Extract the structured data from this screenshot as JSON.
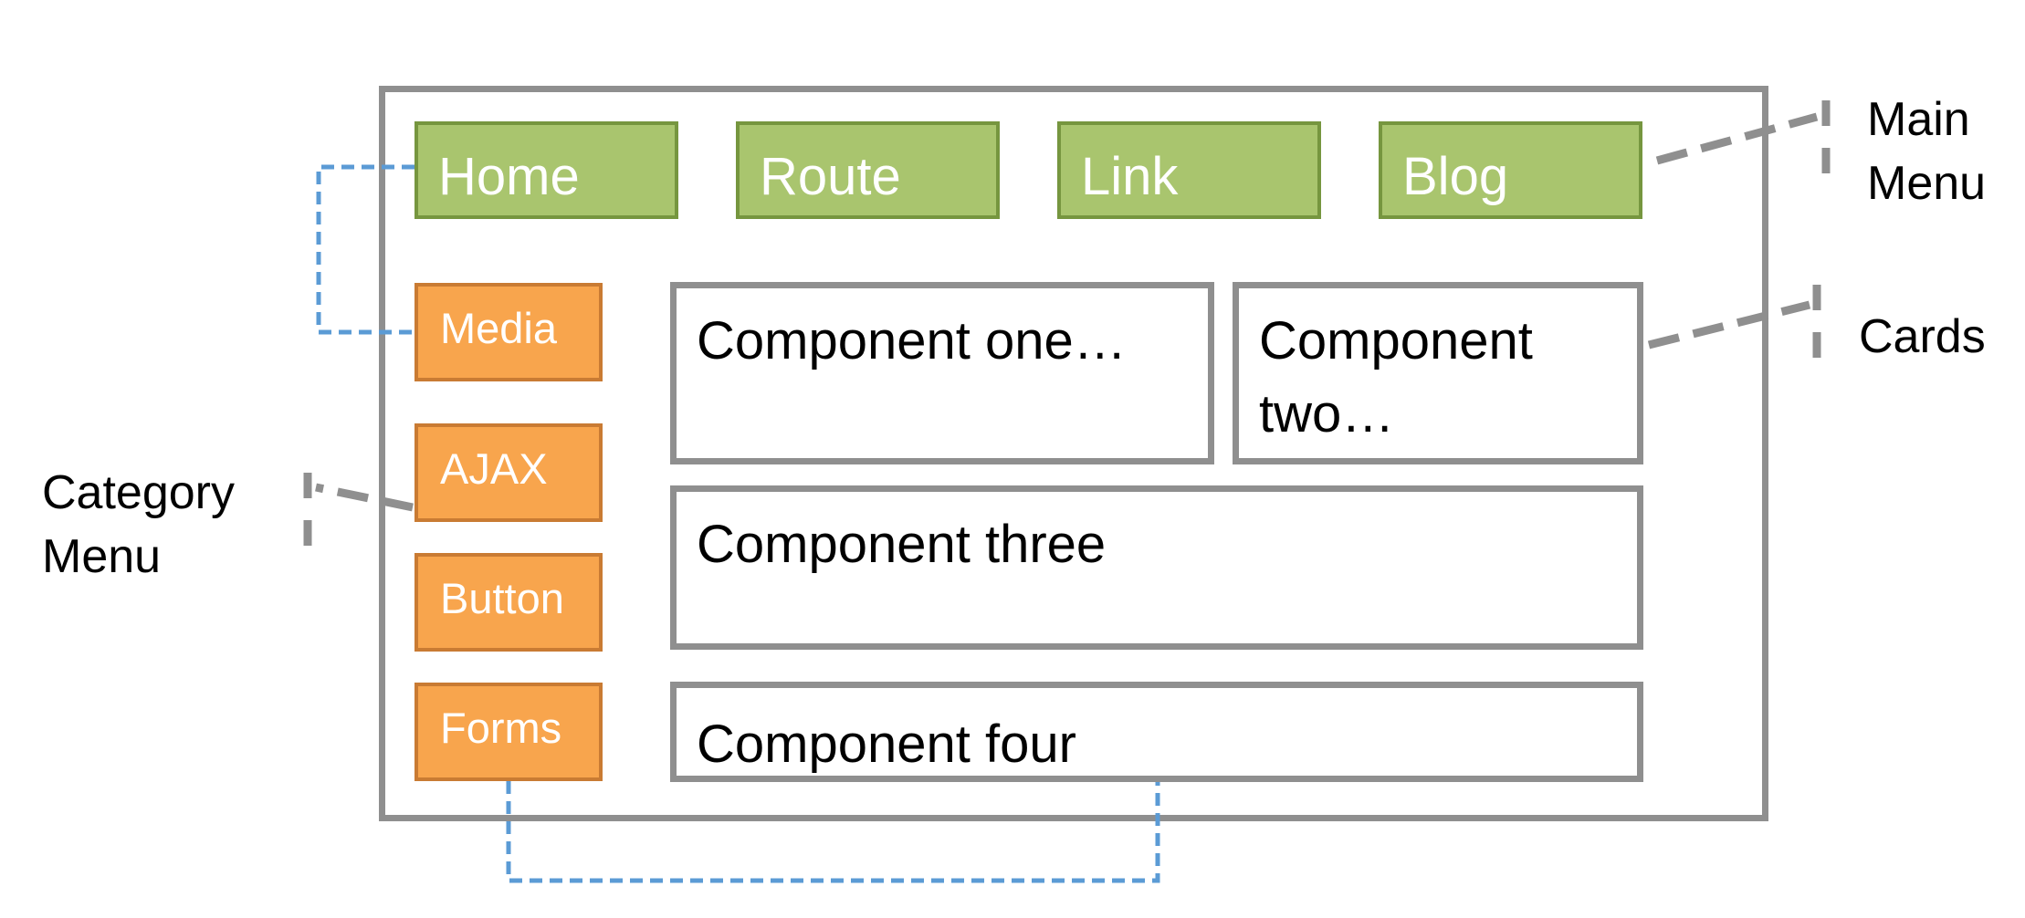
{
  "main_menu": {
    "items": [
      "Home",
      "Route",
      "Link",
      "Blog"
    ],
    "color": "#a9c56e"
  },
  "category_menu": {
    "items": [
      "Media",
      "AJAX",
      "Button",
      "Forms"
    ],
    "color": "#f8a54d"
  },
  "components": {
    "one": "Component one…",
    "two": "Component two…",
    "three": "Component three",
    "four": "Component four"
  },
  "annotations": {
    "main_menu": "Main\nMenu",
    "cards": "Cards",
    "category_menu": "Category\nMenu"
  },
  "connector_colors": {
    "link": "#5b9bd5",
    "pointer": "#8f8f8f"
  }
}
